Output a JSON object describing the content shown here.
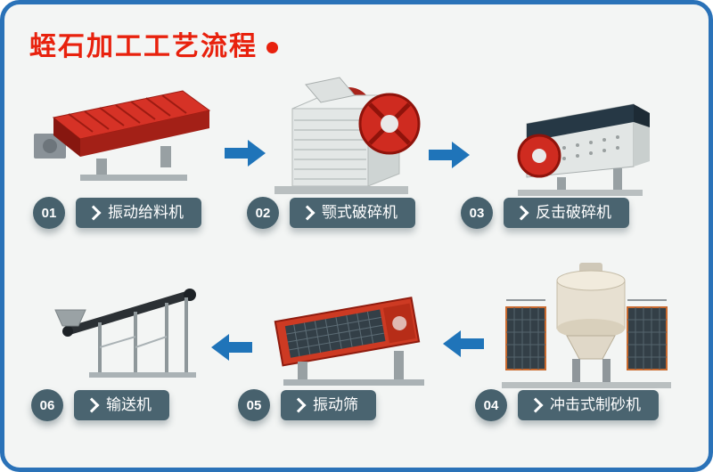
{
  "header": {
    "title": "蛭石加工工艺流程"
  },
  "colors": {
    "title_red": "#e8210d",
    "arrow_blue": "#1f74b9",
    "label_slate": "#4a6470",
    "border_blue": "#2a72b8",
    "background": "#f3f5f4",
    "machine_red": "#cf2b20"
  },
  "flow_direction": {
    "top_row": "left-to-right",
    "bottom_row": "right-to-left"
  },
  "steps": [
    {
      "num": "01",
      "label": "振动给料机",
      "machine": "vibrating-feeder"
    },
    {
      "num": "02",
      "label": "颚式破碎机",
      "machine": "jaw-crusher"
    },
    {
      "num": "03",
      "label": "反击破碎机",
      "machine": "impact-crusher"
    },
    {
      "num": "04",
      "label": "冲击式制砂机",
      "machine": "impact-sand-maker"
    },
    {
      "num": "05",
      "label": "振动筛",
      "machine": "vibrating-screen"
    },
    {
      "num": "06",
      "label": "输送机",
      "machine": "belt-conveyor"
    }
  ]
}
